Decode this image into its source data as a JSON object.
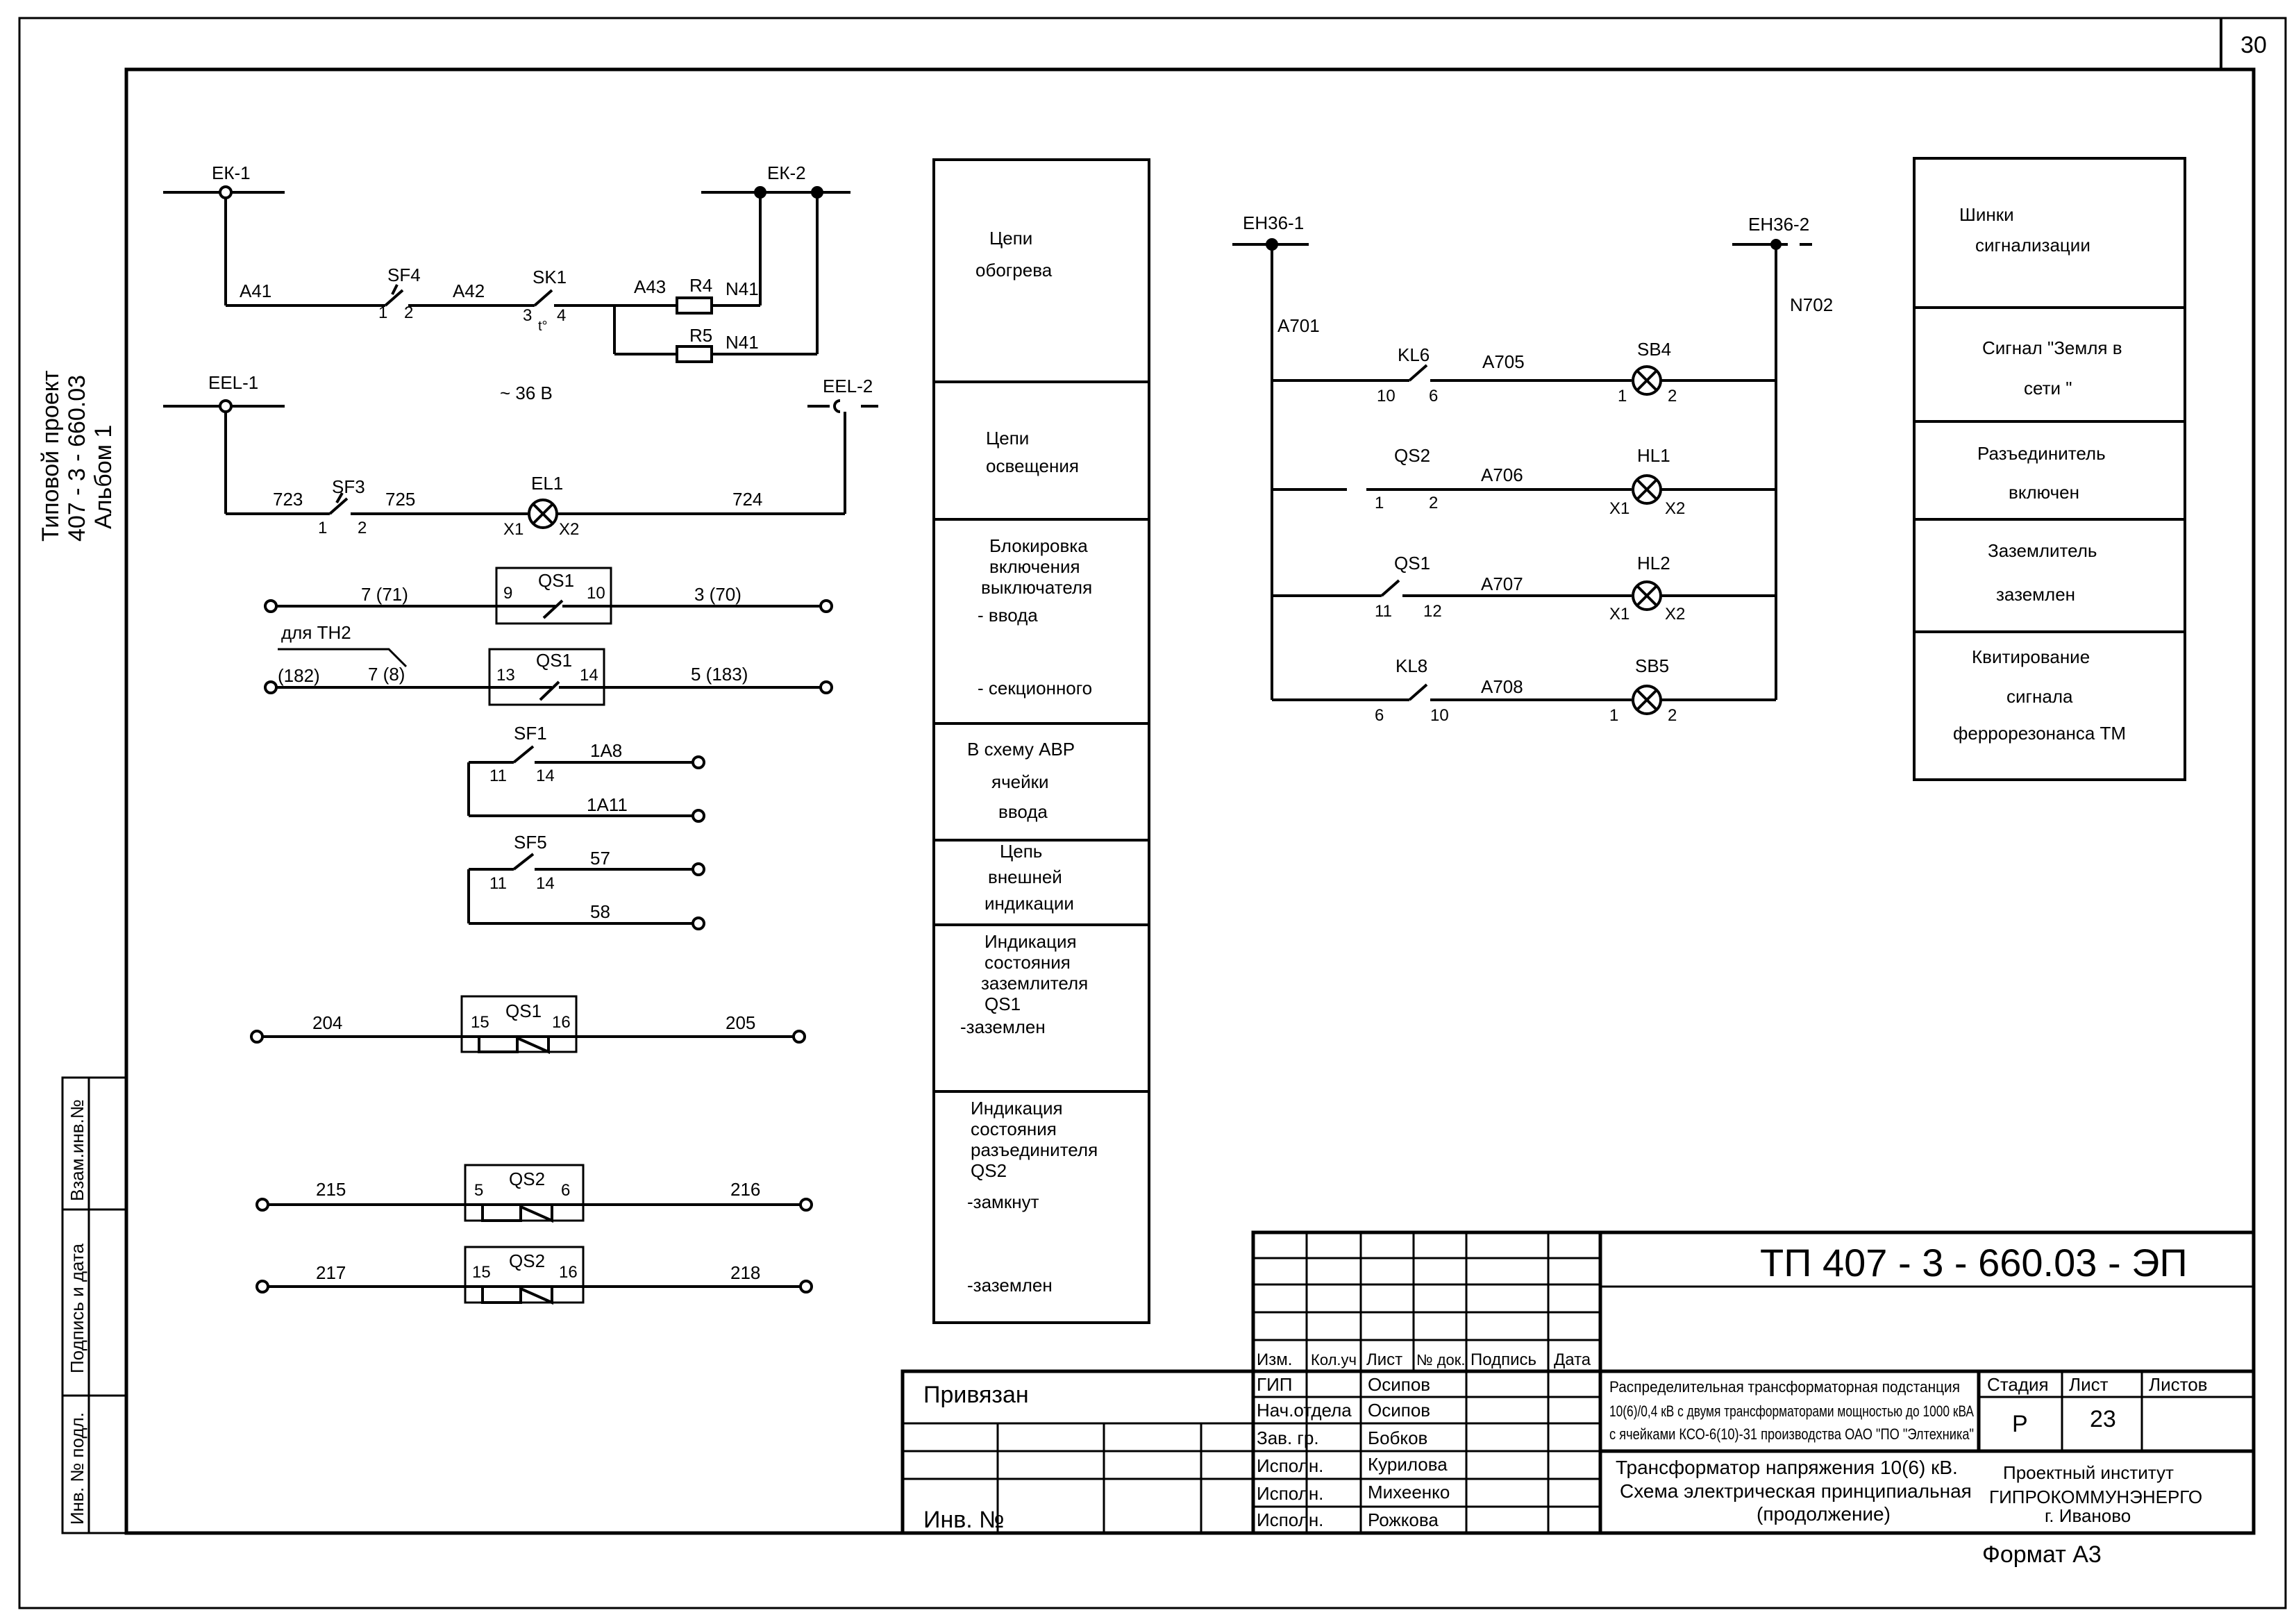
{
  "sheet": {
    "page_number": "30",
    "format": "Формат А3",
    "side_title": {
      "line1": "Типовой проект",
      "line2": "407 - 3 - 660.03",
      "line3": "Альбом   1"
    },
    "side_stamp": {
      "col1": "Инв. № подл.",
      "col2": "Подпись и дата",
      "col3": "Взам.инв.№"
    }
  },
  "labels": {
    "ek1": "ЕК-1",
    "ek2": "ЕК-2",
    "a41": "А41",
    "sf4": "SF4",
    "sf4_1": "1",
    "sf4_2": "2",
    "a42": "А42",
    "sk1": "SK1",
    "sk1_3": "3",
    "sk1_t": "t°",
    "sk1_4": "4",
    "a43": "А43",
    "r4": "R4",
    "n41a": "N41",
    "r5": "R5",
    "n41b": "N41",
    "eel1": "ЕЕL-1",
    "eel2": "ЕЕL-2",
    "v36": "~ 36 В",
    "w723": "723",
    "sf3": "SF3",
    "sf3_1": "1",
    "sf3_2": "2",
    "w725": "725",
    "el1": "EL1",
    "el1_x1": "X1",
    "el1_x2": "X2",
    "w724": "724",
    "w7_71": "7 (71)",
    "qs1a": "QS1",
    "qs1a_9": "9",
    "qs1a_10": "10",
    "w3_70": "3 (70)",
    "dlya_tn2": "для ТН2",
    "w182": "(182)",
    "w7_8": "7 (8)",
    "qs1b": "QS1",
    "qs1b_13": "13",
    "qs1b_14": "14",
    "w5_183": "5 (183)",
    "sf1": "SF1",
    "sf1_11": "11",
    "sf1_14": "14",
    "w1a8": "1А8",
    "w1a11": "1А11",
    "sf5": "SF5",
    "sf5_11": "11",
    "sf5_14": "14",
    "w57": "57",
    "w58": "58",
    "w204": "204",
    "qs1c": "QS1",
    "qs1c_15": "15",
    "qs1c_16": "16",
    "w205": "205",
    "w215": "215",
    "qs2a": "QS2",
    "qs2a_5": "5",
    "qs2a_6": "6",
    "w216": "216",
    "w217": "217",
    "qs2b": "QS2",
    "qs2b_15": "15",
    "qs2b_16": "16",
    "w218": "218",
    "eh36_1": "ЕН36-1",
    "eh36_2": "ЕН36-2",
    "a701": "А701",
    "n702": "N702",
    "kl6": "KL6",
    "kl6_10": "10",
    "kl6_6": "6",
    "a705": "А705",
    "sb4": "SB4",
    "sb4_1": "1",
    "sb4_2": "2",
    "qs2c": "QS2",
    "qs2c_1": "1",
    "qs2c_2": "2",
    "a706": "А706",
    "hl1": "HL1",
    "hl1_x1": "X1",
    "hl1_x2": "X2",
    "qs1d": "QS1",
    "qs1d_11": "11",
    "qs1d_12": "12",
    "a707": "А707",
    "hl2": "HL2",
    "hl2_x1": "X1",
    "hl2_x2": "X2",
    "kl8": "KL8",
    "kl8_6": "6",
    "kl8_10": "10",
    "a708": "А708",
    "sb5": "SB5",
    "sb5_1": "1",
    "sb5_2": "2"
  },
  "left_table": [
    [
      "Цепи",
      "обогрева"
    ],
    [
      "Цепи",
      "освещения"
    ],
    [
      "Блокировка",
      "включения",
      "выключателя",
      "- ввода",
      "- секционного"
    ],
    [
      "В схему АВР",
      "ячейки",
      "ввода"
    ],
    [
      "Цепь",
      "внешней",
      "индикации"
    ],
    [
      "Индикация",
      "состояния",
      "заземлителя",
      "QS1",
      "-заземлен"
    ],
    [
      "Индикация",
      "состояния",
      "разъединителя",
      "QS2",
      "-замкнут",
      "-заземлен"
    ]
  ],
  "right_table": [
    [
      "Шинки",
      "сигнализации"
    ],
    [
      "Сигнал  \"Земля в",
      "сети \""
    ],
    [
      "Разъединитель",
      "включен"
    ],
    [
      "Заземлитель",
      "заземлен"
    ],
    [
      "Квитирование",
      "сигнала",
      "феррорезонанса ТМ"
    ]
  ],
  "title_block": {
    "code": "ТП  407 - 3 - 660.03 - ЭП",
    "header_cols": [
      "Изм.",
      "Кол.уч",
      "Лист",
      "№ док.",
      "Подпись",
      "Дата"
    ],
    "roles": [
      "ГИП",
      "Нач.отдела",
      "Зав. гр.",
      "Исполн.",
      "Исполн.",
      "Исполн."
    ],
    "names": [
      "Осипов",
      "Осипов",
      "Бобков",
      "Курилова",
      "Михеенко",
      "Рожкова"
    ],
    "object_line1": "Распределительная трансформаторная подстанция",
    "object_line2": "10(6)/0,4 кВ с двумя трансформаторами мощностью  до 1000 кВА",
    "object_line3": "с ячейками КСО-6(10)-31 производства ОАО \"ПО \"Элтехника\"",
    "stage_label": "Стадия",
    "sheet_label": "Лист",
    "sheets_label": "Листов",
    "stage": "Р",
    "sheet": "23",
    "drawing_line1": "Трансформатор напряжения 10(6) кВ.",
    "drawing_line2": "Схема электрическая принципиальная",
    "drawing_line3": "(продолжение)",
    "org_line1": "Проектный институт",
    "org_line2": "ГИПРОКОММУНЭНЕРГО",
    "org_line3": "г. Иваново",
    "privyazan": "Привязан",
    "inv_no": "Инв. №"
  }
}
